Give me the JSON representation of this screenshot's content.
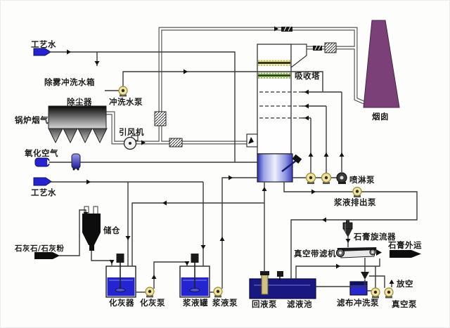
{
  "labels": {
    "process_water_top": "工艺水",
    "demister_flush_tank": "除雾冲洗水箱",
    "flush_water_pump": "冲洗水泵",
    "dust_collector": "除尘器",
    "boiler_flue_gas": "锅炉烟气",
    "id_fan": "引风机",
    "oxidation_air": "氧化空气",
    "process_water_mid": "工艺水",
    "limestone_powder": "石灰石/石灰粉",
    "storage_silo": "储仓",
    "lime_slaker": "化灰器",
    "lime_slurry_pump": "化灰泵",
    "slurry_tank": "浆液罐",
    "slurry_pump": "浆液泵",
    "return_liquid_pump": "回液泵",
    "filtrate_pool": "滤液池",
    "cloth_flush_pump": "滤布冲洗泵",
    "vacuum_pump": "真空泵",
    "vent": "放空",
    "vacuum_belt_filter": "真空带滤机",
    "gypsum_out": "石膏外运",
    "gypsum_cyclone": "石膏旋流器",
    "slurry_discharge_pump": "浆液排出泵",
    "spray_pump": "喷淋泵",
    "absorber_tower": "吸收塔",
    "chimney": "烟囱"
  },
  "colors": {
    "tank_blue": "#2424d0",
    "pool_navy": "#181880",
    "chimney_purple": "#7a4077",
    "pump_yellow": "#efe3a0",
    "pipe_dark": "#3a3a3a",
    "silo_black": "#0d0d0d",
    "demister_upper": "#f0ecc0",
    "demister_lower": "#d8e8b8"
  }
}
